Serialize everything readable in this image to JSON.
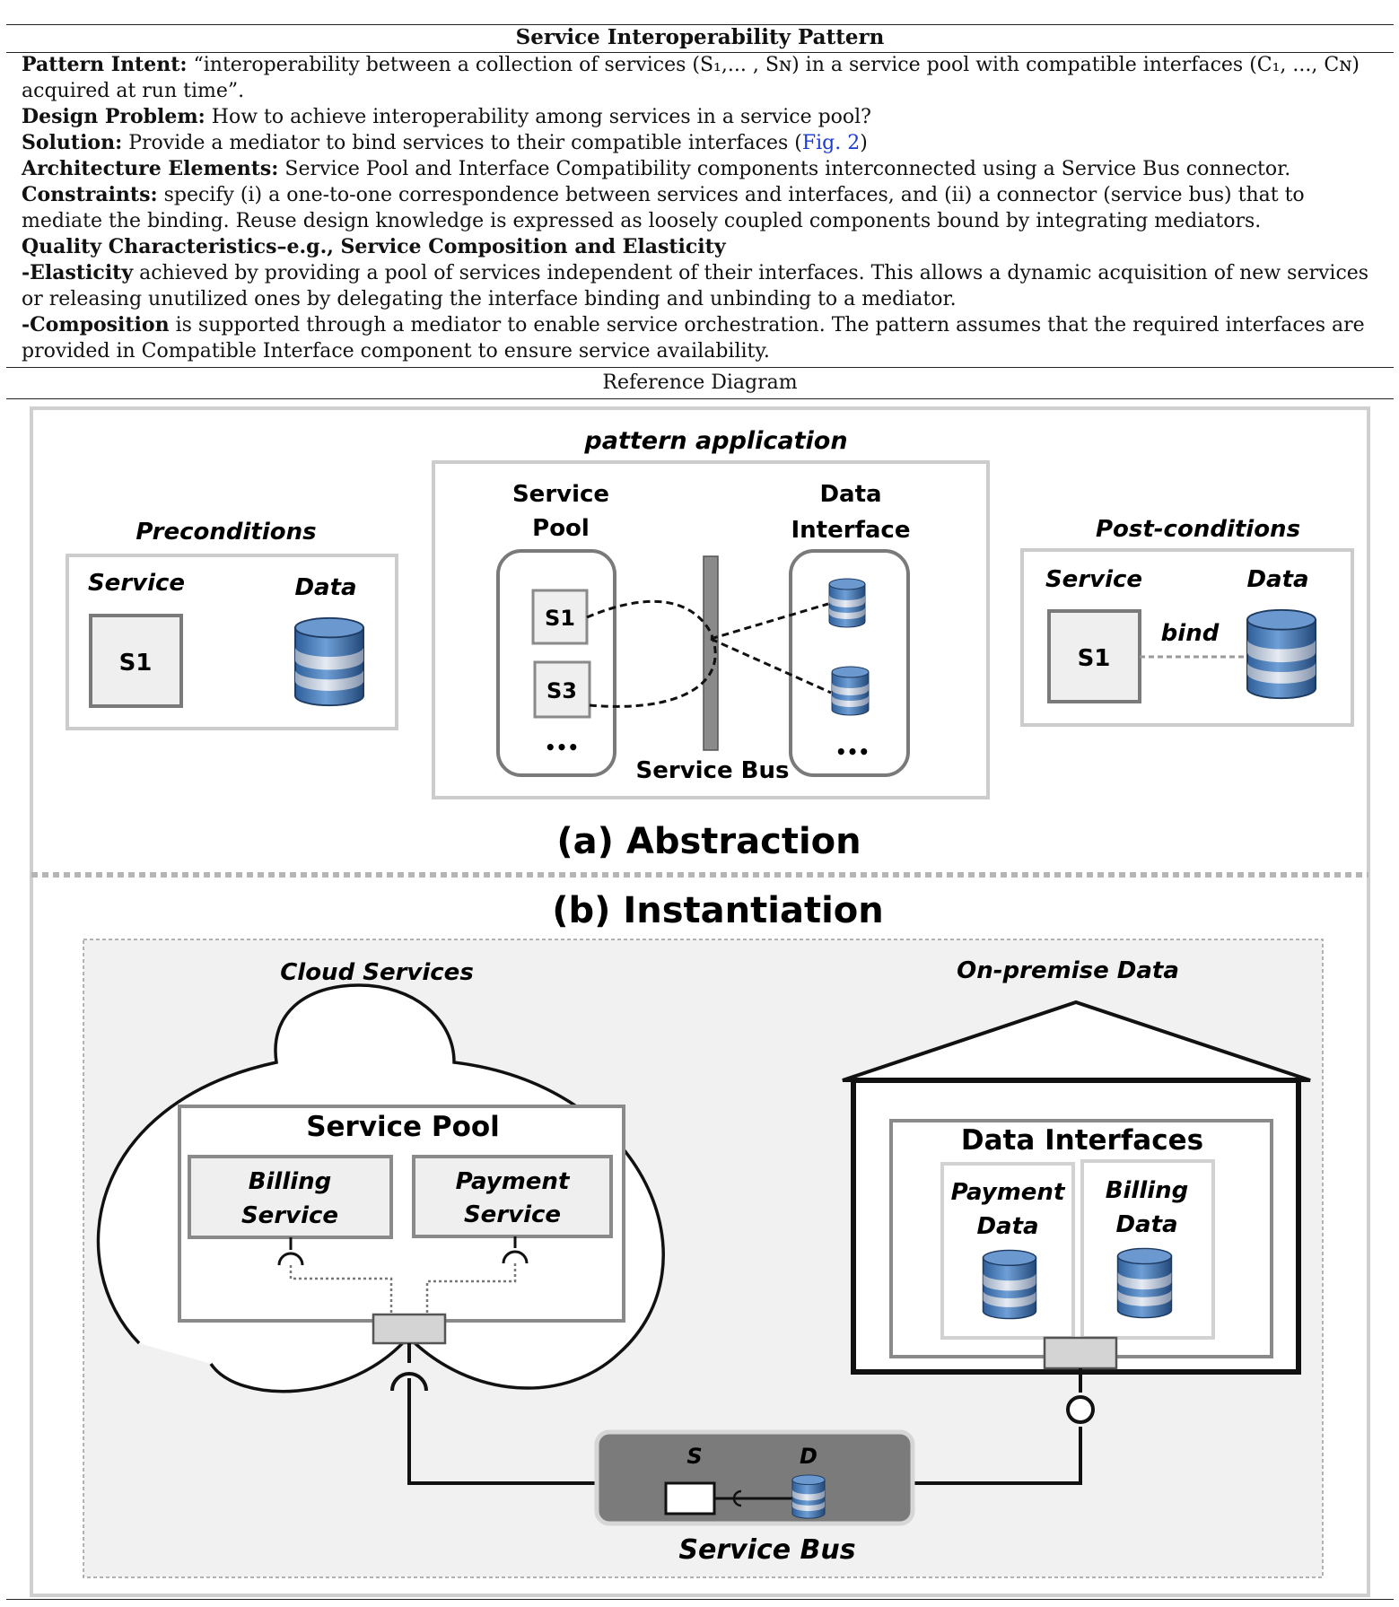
{
  "table": {
    "title": "Service Interoperability Pattern",
    "pattern_intent_label": "Pattern Intent:",
    "pattern_intent_text": " “interoperability between a collection of services (S₁,... , Sɴ) in a service pool with compatible interfaces (C₁, ..., Cɴ) acquired at run time”.",
    "design_problem_label": "Design Problem:",
    "design_problem_text": " How to achieve interoperability among services in a service pool?",
    "solution_label": "Solution:",
    "solution_text_before": " Provide a mediator to bind services to their compatible interfaces (",
    "solution_link": "Fig. 2",
    "solution_text_after": ")",
    "arch_label": "Architecture Elements:",
    "arch_text": " Service Pool and Interface Compatibility components interconnected using a Service Bus connector.",
    "constraints_label": "Constraints:",
    "constraints_text": " specify (i) a one-to-one correspondence between services and interfaces, and (ii) a connector (service bus) that to mediate the binding. Reuse design knowledge is expressed as loosely coupled components bound by integrating mediators.",
    "quality_label": "Quality Characteristics–e.g., Service Composition and Elasticity",
    "elasticity_label": "-Elasticity",
    "elasticity_text": " achieved by providing a pool of services independent of their interfaces. This allows a dynamic acquisition of new services or releasing unutilized ones by delegating the interface binding and unbinding to a mediator.",
    "composition_label": "-Composition",
    "composition_text": " is supported through a mediator to enable service orchestration. The pattern assumes that the required interfaces are provided in Compatible Interface component to ensure service availability.",
    "reference_label": "Reference Diagram"
  },
  "diagram": {
    "pattern_application": "pattern application",
    "preconditions": "Preconditions",
    "postconditions": "Post-conditions",
    "service": "Service",
    "data": "Data",
    "s1": "S1",
    "s3": "S3",
    "ellipsis": "•••",
    "service_pool_line1": "Service",
    "service_pool_line2": "Pool",
    "data_interface_line1": "Data",
    "data_interface_line2": "Interface",
    "service_bus": "Service Bus",
    "bind": "bind",
    "abstraction": "(a) Abstraction",
    "instantiation": "(b) Instantiation",
    "cloud_services": "Cloud Services",
    "onpremise_data": "On-premise Data",
    "service_pool": "Service Pool",
    "billing_service_line1": "Billing",
    "billing_service_line2": "Service",
    "payment_service_line1": "Payment",
    "payment_service_line2": "Service",
    "data_interfaces": "Data Interfaces",
    "payment_data_line1": "Payment",
    "payment_data_line2": "Data",
    "billing_data_line1": "Billing",
    "billing_data_line2": "Data",
    "bus_s": "S",
    "bus_d": "D",
    "service_bus_bottom": "Service Bus"
  }
}
